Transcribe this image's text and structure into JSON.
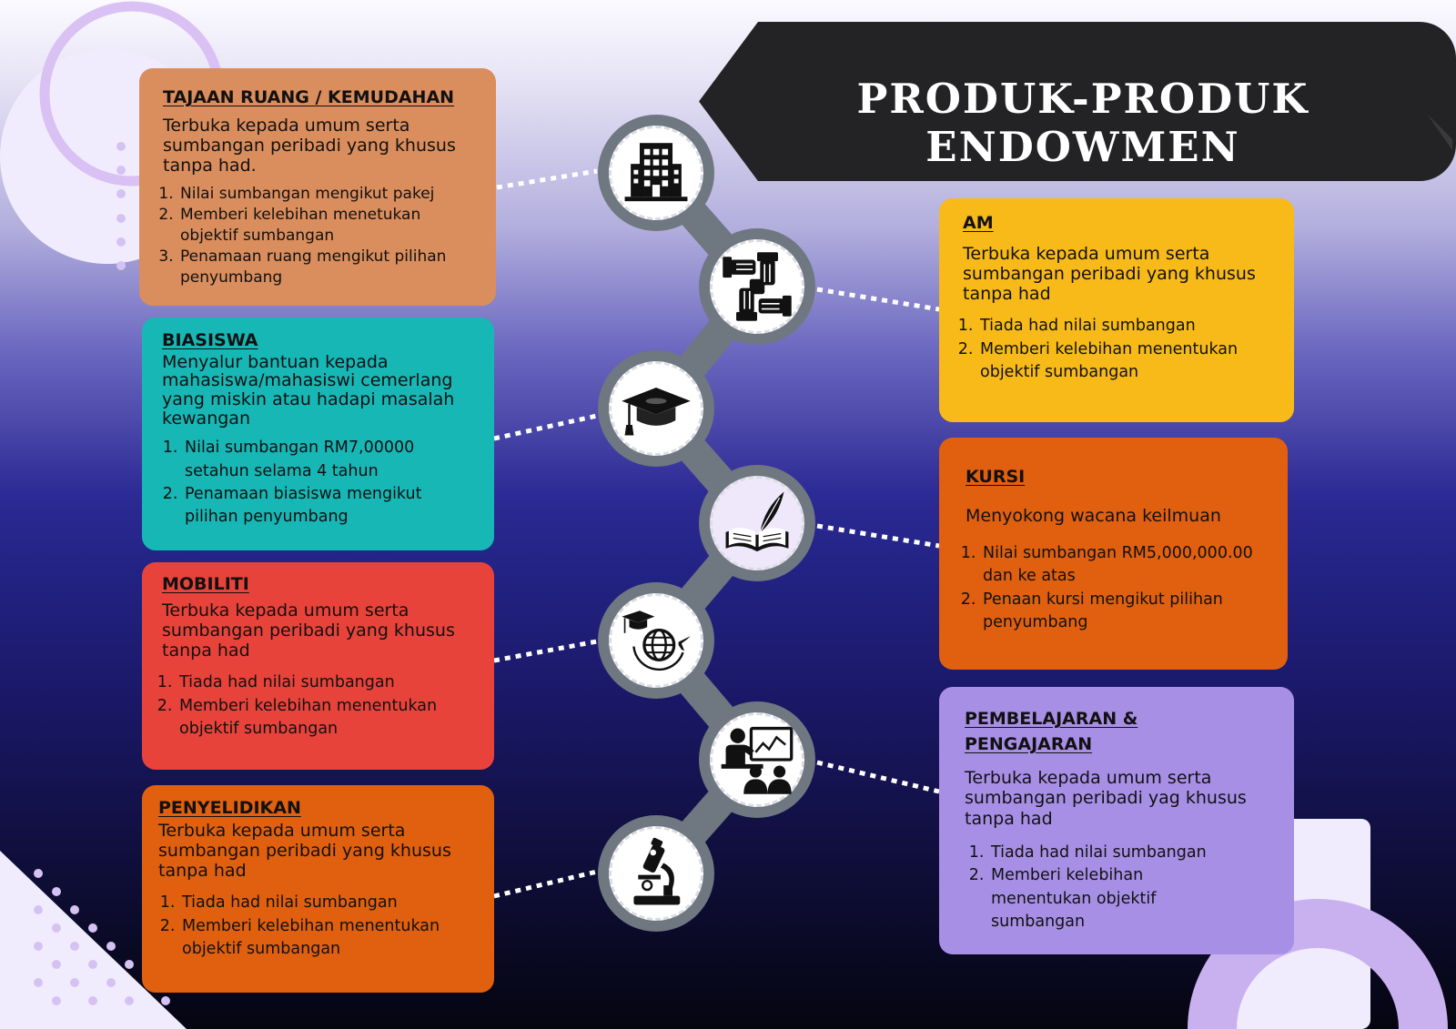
{
  "title": "PRODUK-PRODUK ENDOWMEN",
  "colors": {
    "tajaan": "#da8d5d",
    "biasiswa": "#17b7b6",
    "mobiliti": "#e8433b",
    "penyelidikan": "#e0600f",
    "am": "#f8ba19",
    "kursi": "#e0600f",
    "pembelajaran": "#a88fe6"
  },
  "cards": {
    "tajaan": {
      "heading": "TAJAAN RUANG / KEMUDAHAN",
      "desc": "Terbuka kepada umum serta sumbangan peribadi yang khusus tanpa had.",
      "items": [
        "Nilai sumbangan mengikut pakej",
        "Memberi kelebihan menetukan objektif sumbangan",
        "Penamaan ruang mengikut pilihan penyumbang"
      ]
    },
    "biasiswa": {
      "heading": "BIASISWA",
      "desc": "Menyalur bantuan kepada mahasiswa/mahasiswi cemerlang yang miskin atau hadapi masalah kewangan",
      "items": [
        "Nilai sumbangan RM7,00000 setahun selama 4 tahun",
        "Penamaan biasiswa mengikut pilihan penyumbang"
      ]
    },
    "mobiliti": {
      "heading": "MOBILITI",
      "desc": "Terbuka kepada umum serta sumbangan peribadi yang khusus tanpa had",
      "items": [
        "Tiada had nilai sumbangan",
        "Memberi kelebihan menentukan objektif sumbangan"
      ]
    },
    "penyelidikan": {
      "heading": "PENYELIDIKAN",
      "desc": "Terbuka kepada umum serta sumbangan peribadi yang khusus tanpa had",
      "items": [
        "Tiada had nilai sumbangan",
        "Memberi kelebihan menentukan objektif sumbangan"
      ]
    },
    "am": {
      "heading": "AM",
      "desc": "Terbuka kepada umum serta sumbangan peribadi yang khusus tanpa had",
      "items": [
        "Tiada had nilai sumbangan",
        "Memberi kelebihan menentukan objektif sumbangan"
      ]
    },
    "kursi": {
      "heading": "KURSI",
      "desc": "Menyokong wacana keilmuan",
      "items": [
        "Nilai sumbangan RM5,000,000.00 dan ke atas",
        "Penaan kursi mengikut pilihan penyumbang"
      ]
    },
    "pembelajaran": {
      "heading": "PEMBELAJARAN & PENGAJARAN",
      "desc": "Terbuka kepada umum serta sumbangan peribadi yag khusus tanpa had",
      "items": [
        "Tiada had nilai sumbangan",
        "Memberi kelebihan menentukan objektif sumbangan"
      ]
    }
  },
  "icons": [
    "building-icon",
    "hands-teamwork-icon",
    "graduation-cap-icon",
    "book-quill-icon",
    "global-education-icon",
    "teacher-presentation-icon",
    "microscope-icon"
  ]
}
